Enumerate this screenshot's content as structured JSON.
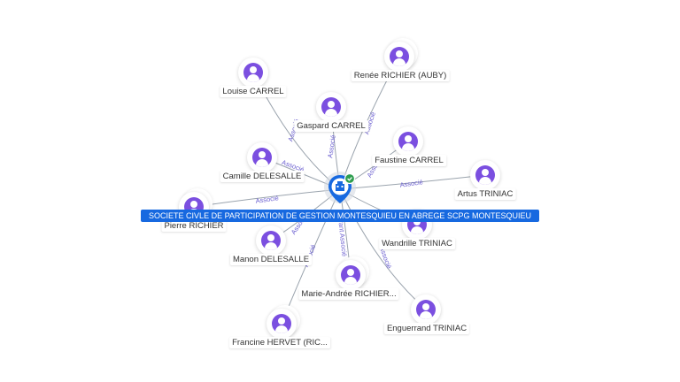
{
  "center": {
    "label": "SOCIETE CIVLE DE PARTICIPATION DE GESTION MONTESQUIEU EN ABREGE SCPG MONTESQUIEU",
    "icon": "company-building-icon",
    "badge_icon": "verified-check-icon",
    "pin_color": "#1769e0",
    "badge_color": "#2e9e4f"
  },
  "persons": [
    {
      "name": "Renée RICHIER (AUBY)",
      "role": "Associé"
    },
    {
      "name": "Louise CARREL",
      "role": "Associé"
    },
    {
      "name": "Gaspard CARREL",
      "role": "Associé"
    },
    {
      "name": "Faustine CARREL",
      "role": "Associé"
    },
    {
      "name": "Artus TRINIAC",
      "role": "Associé"
    },
    {
      "name": "Camille DELESALLE",
      "role": "Associé"
    },
    {
      "name": "Pierre RICHIER",
      "role": "Associé"
    },
    {
      "name": "Manon DELESALLE",
      "role": "Associé"
    },
    {
      "name": "Wandrille TRINIAC",
      "role": ""
    },
    {
      "name": "Marie-Andrée RICHIER...",
      "role": "Gérant Associé"
    },
    {
      "name": "Enguerrand TRINIAC",
      "role": "Associé"
    },
    {
      "name": "Francine HERVET (RIC...",
      "role": "Associé"
    }
  ],
  "colors": {
    "avatar": "#7b4fe0",
    "edge": "#9aa3ad",
    "edge_label": "#6b5fd0"
  }
}
